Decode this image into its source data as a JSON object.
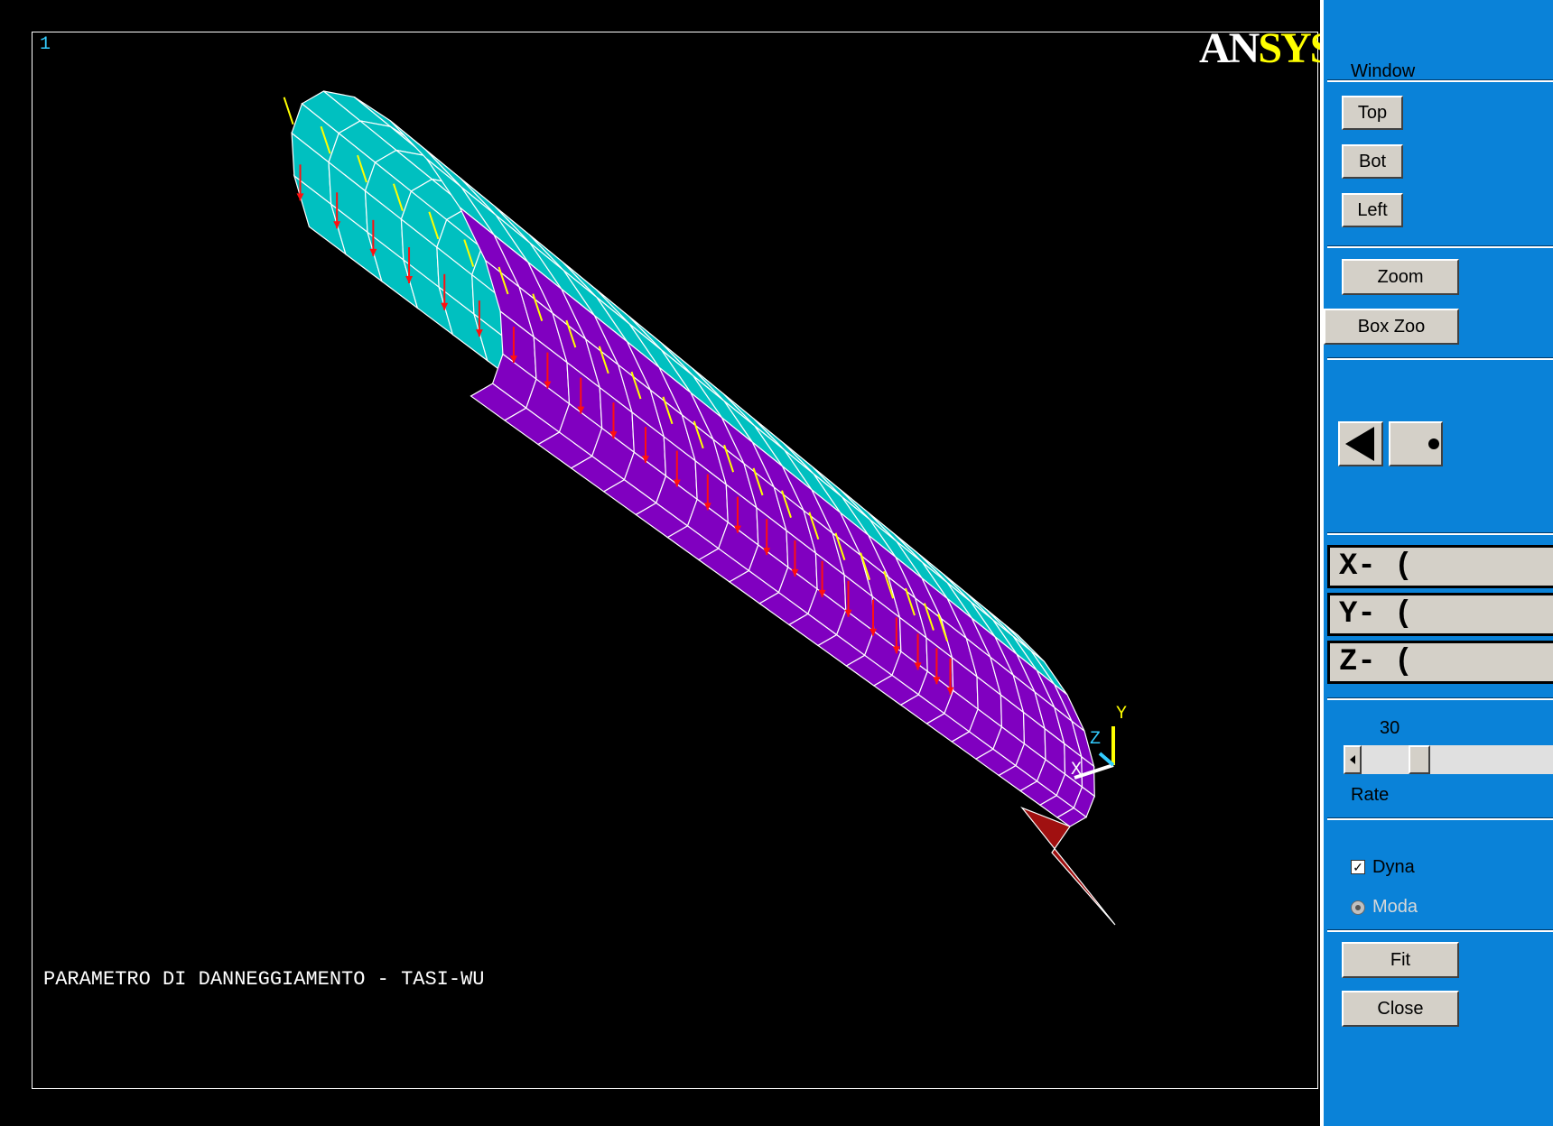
{
  "viewport": {
    "window_number": "1",
    "logo_part1": "AN",
    "logo_part2": "SYS",
    "plot_title": "PARAMETRO DI DANNEGGIAMENTO - TASI-WU",
    "triad": {
      "x_label": "X",
      "y_label": "Y",
      "z_label": "Z"
    }
  },
  "colors": {
    "background": "#000000",
    "upper_surface": "#00c0c0",
    "lower_surface": "#8000c0",
    "inner_band": "#a01010",
    "mesh_lines": "#ffffff",
    "load_arrow_red": "#ff1010",
    "load_arrow_yellow": "#ffff00",
    "panel_background": "#0a82d8"
  },
  "panel": {
    "window_label": "Window",
    "top_button": "Top",
    "bot_button": "Bot",
    "left_button": "Left",
    "zoom_button": "Zoom",
    "box_zoom_button": "Box Zoo",
    "x_rotate_button": "X- (",
    "y_rotate_button": "Y- (",
    "z_rotate_button": "Z- (",
    "rate_value": "30",
    "rate_label": "Rate",
    "dynamic_label": "Dyna",
    "dynamic_checked": true,
    "mode_label": "Moda",
    "fit_button": "Fit",
    "close_button": "Close"
  }
}
